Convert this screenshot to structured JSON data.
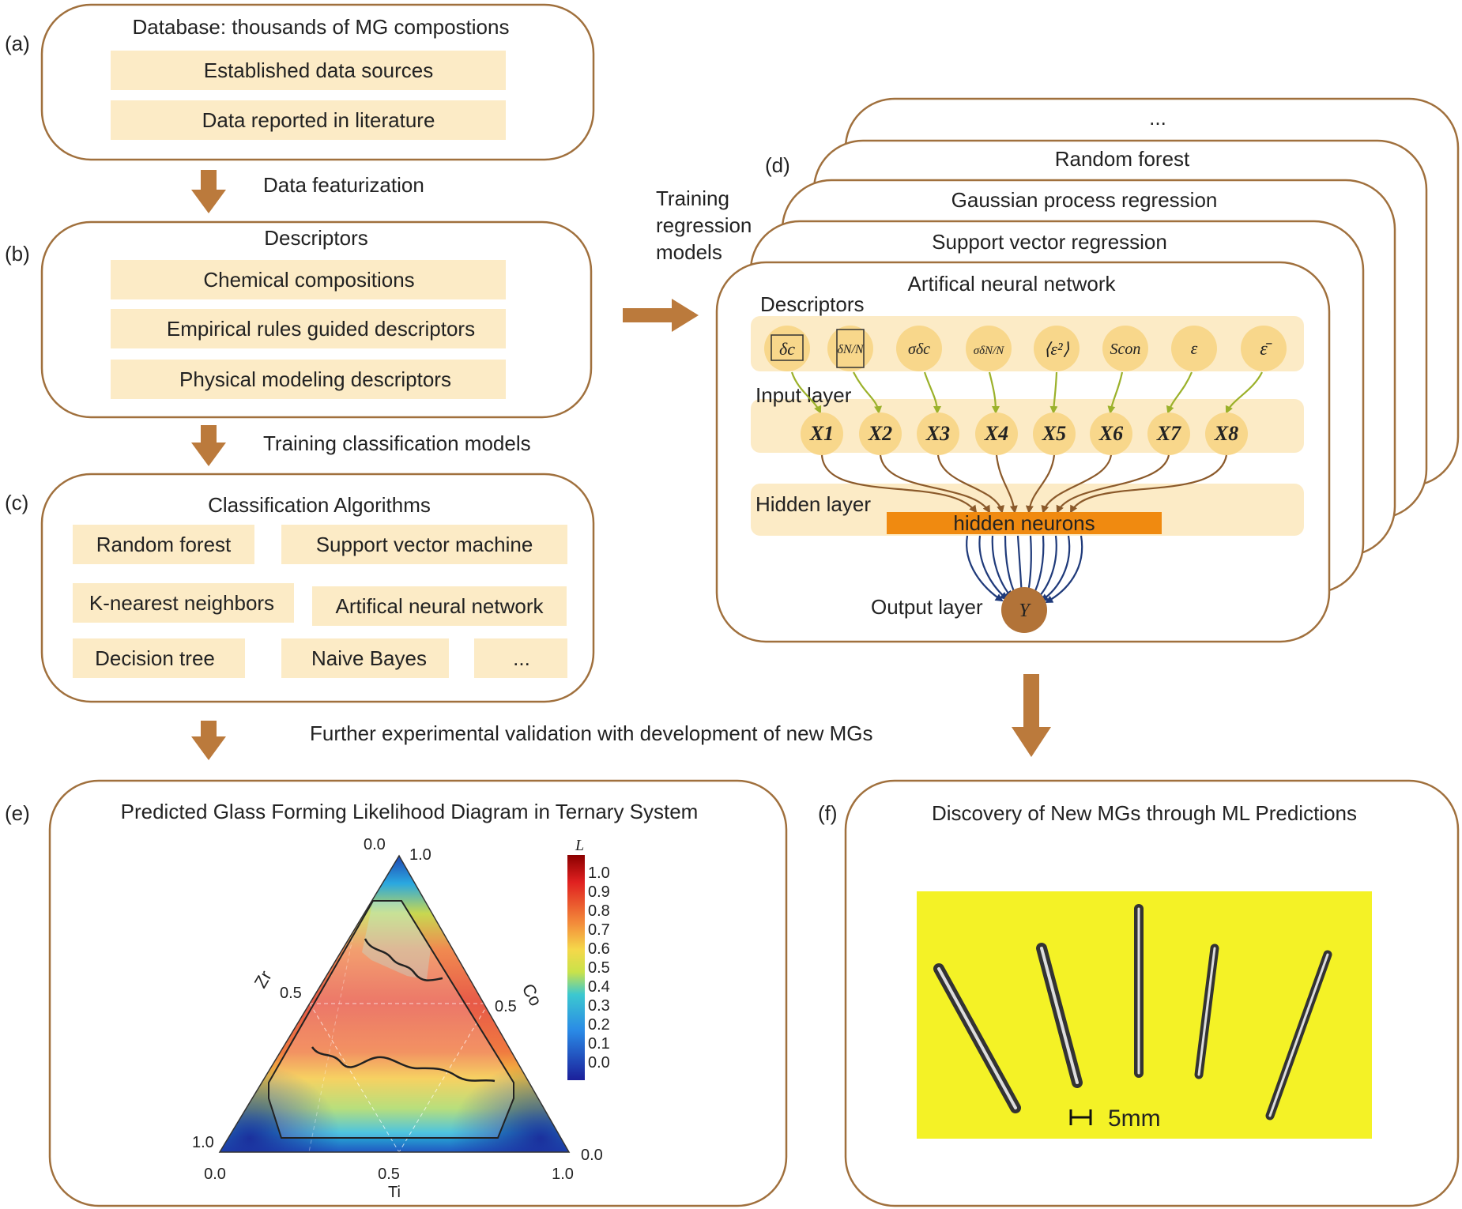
{
  "panel_a": {
    "label": "(a)",
    "title": "Database: thousands of MG compostions",
    "items": [
      "Established data sources",
      "Data reported in literature"
    ]
  },
  "arrow_ab": "Data featurization",
  "panel_b": {
    "label": "(b)",
    "title": "Descriptors",
    "items": [
      "Chemical compositions",
      "Empirical rules guided descriptors",
      "Physical modeling descriptors"
    ]
  },
  "arrow_bc": "Training classification models",
  "panel_c": {
    "label": "(c)",
    "title": "Classification Algorithms",
    "items": [
      "Random forest",
      "Support vector machine",
      "K-nearest neighbors",
      "Artifical neural network",
      "Decision tree",
      "Naive Bayes",
      "..."
    ]
  },
  "arrow_bottom": "Further experimental validation with development of new MGs",
  "arrow_bd_lines": [
    "Training",
    "regression",
    "models"
  ],
  "panel_d": {
    "label": "(d)",
    "stack_titles": [
      "...",
      "Random forest",
      "Gaussian process regression",
      "Support vector regression"
    ],
    "front_title": "Artifical neural network",
    "descriptors_label": "Descriptors",
    "descriptor_symbols": [
      "δc",
      "δN/N",
      "σδc",
      "σδN/N",
      "⟨ε²⟩",
      "Scon",
      "ε",
      "ε̄"
    ],
    "input_layer_label": "Input layer",
    "inputs": [
      "X1",
      "X2",
      "X3",
      "X4",
      "X5",
      "X6",
      "X7",
      "X8"
    ],
    "hidden_layer_label": "Hidden layer",
    "hidden_neurons": "hidden neurons",
    "output_layer_label": "Output layer",
    "output": "Y"
  },
  "panel_e": {
    "label": "(e)",
    "title": "Predicted Glass Forming Likelihood Diagram in Ternary System",
    "axis_ti": "Ti",
    "axis_zr": "Zr",
    "axis_co": "Co",
    "ticks_bottom": [
      "0.0",
      "0.5",
      "1.0"
    ],
    "ticks_left": [
      "0.5",
      "1.0"
    ],
    "ticks_right": [
      "0.5",
      "0.0"
    ],
    "ticks_top": [
      "0.0",
      "1.0"
    ],
    "colorbar_title": "L",
    "colorbar_ticks": [
      "1.0",
      "0.9",
      "0.8",
      "0.7",
      "0.6",
      "0.5",
      "0.4",
      "0.3",
      "0.2",
      "0.1",
      "0.0"
    ]
  },
  "panel_f": {
    "label": "(f)",
    "title": "Discovery of New MGs through ML Predictions",
    "scale_text": "5mm"
  },
  "colors": {
    "frame": "#a0703d",
    "item_fill": "#fcebc6",
    "arrow": "#bb7a3c",
    "neuron": "#f8d78b",
    "hidden_bar": "#f08a10",
    "output_node": "#b27338",
    "yellow_bg": "#f4f226"
  }
}
